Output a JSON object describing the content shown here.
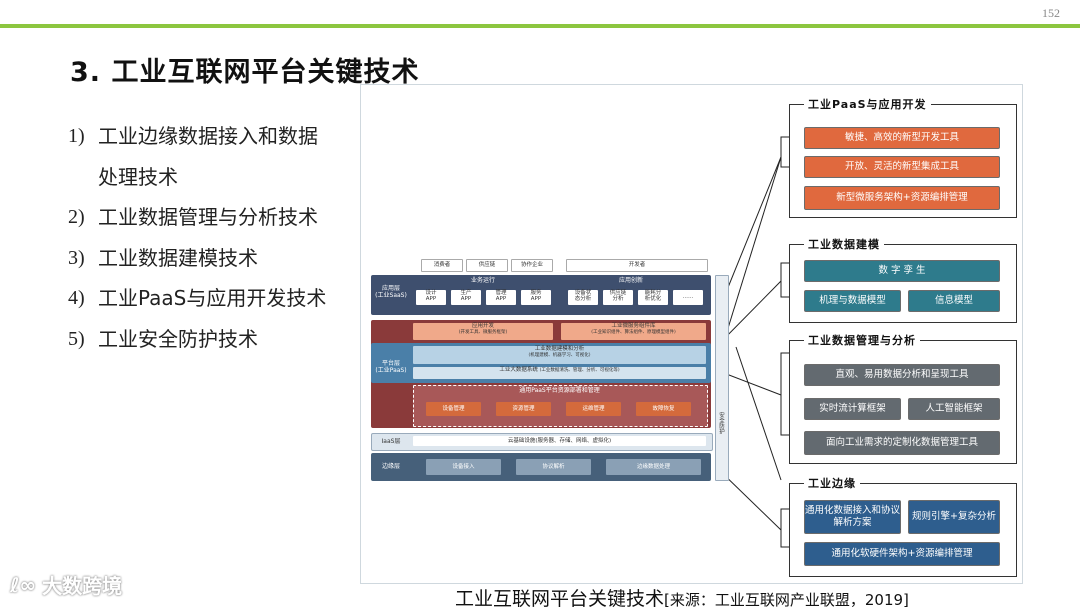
{
  "page_number": "152",
  "title": "3. 工业互联网平台关键技术",
  "list": [
    {
      "num": "1)",
      "text": "工业边缘数据接入和数据处理技术"
    },
    {
      "num": "2)",
      "text": "工业数据管理与分析技术"
    },
    {
      "num": "3)",
      "text": "工业数据建模技术"
    },
    {
      "num": "4)",
      "text": "工业PaaS与应用开发技术"
    },
    {
      "num": "5)",
      "text": "工业安全防护技术"
    }
  ],
  "caption": {
    "main": "工业互联网平台关键技术",
    "source": "[来源：工业互联网产业联盟，2019]"
  },
  "logo": {
    "mark": "ℓ∞",
    "text": "大数跨境"
  },
  "diagram": {
    "users": [
      "消费者",
      "供应链",
      "协作企业",
      "开发者"
    ],
    "app_layer_label": "应用层\n(工业SaaS)",
    "business_ops": "业务运行",
    "app_innovation": "应用创新",
    "apps_left": [
      "设计\nAPP",
      "生产\nAPP",
      "管理\nAPP",
      "服务\nAPP"
    ],
    "apps_right": [
      "设备状\n态分析",
      "供应链\n分析",
      "能耗分\n析优化",
      "……"
    ],
    "app_dev": "应用开发",
    "app_dev_sub": "(开发工具、微服务框架)",
    "micro_lib": "工业微服务组件库",
    "micro_lib_sub": "(工业知识组件、算法组件、原理模型组件)",
    "platform_label": "平台层\n(工业PaaS)",
    "modeling": "工业数据建模和分析",
    "modeling_sub": "(机理建模、机器学习、可视化)",
    "bigdata": "工业大数据系统",
    "bigdata_sub": "(工业数据清洗、管理、分析、可视化等)",
    "paas_mgmt": "通用PaaS平台资源部署和管理",
    "paas_items": [
      "设备管理",
      "资源管理",
      "运维管理",
      "故障恢复"
    ],
    "iaas_label": "IaaS层",
    "iaas_text": "云基础设施(服务器、存储、网络、虚拟化)",
    "edge_label": "边缘层",
    "edge_items": [
      "设备接入",
      "协议解析",
      "边缘数据处理"
    ],
    "security_label": "安全防护"
  },
  "groups": [
    {
      "title": "工业PaaS与应用开发",
      "items": [
        "敏捷、高效的新型开发工具",
        "开放、灵活的新型集成工具",
        "新型微服务架构+资源编排管理"
      ]
    },
    {
      "title": "工业数据建模",
      "items": [
        "数 字 孪 生",
        "机理与数据模型",
        "信息模型"
      ]
    },
    {
      "title": "工业数据管理与分析",
      "items": [
        "直观、易用数据分析和呈现工具",
        "实时流计算框架",
        "人工智能框架",
        "面向工业需求的定制化数据管理工具"
      ]
    },
    {
      "title": "工业边缘",
      "items": [
        "通用化数据接入和协议解析方案",
        "规则引擎+复杂分析",
        "通用化软硬件架构+资源编排管理"
      ]
    }
  ],
  "colors": {
    "accent_bar": "#8cc63f",
    "orange": "#e0693e",
    "teal": "#2e7b8c",
    "grey": "#636a70",
    "blue": "#2e5e8e",
    "dark_layer": "#3e4f6e"
  }
}
